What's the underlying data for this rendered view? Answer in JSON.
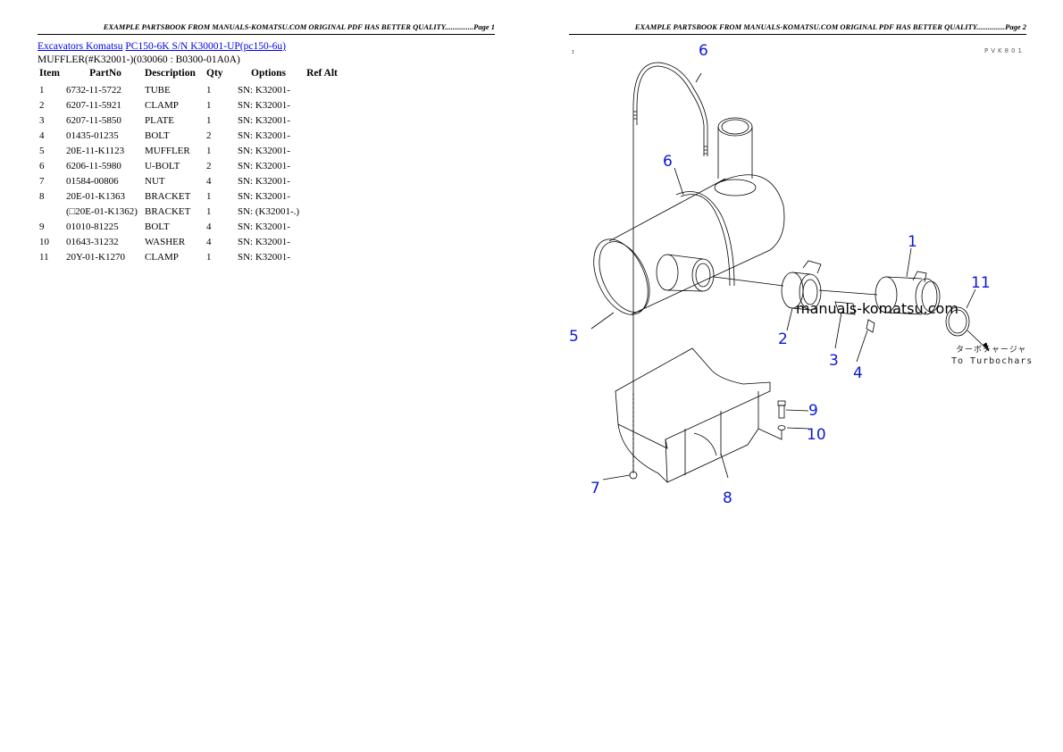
{
  "page1": {
    "header": "EXAMPLE PARTSBOOK FROM MANUALS-KOMATSU.COM ORIGINAL PDF HAS BETTER QUALITY...............Page 1",
    "breadcrumb": {
      "link1": "Excavators Komatsu",
      "link2": "PC150-6K S/N K30001-UP(pc150-6u)"
    },
    "subtitle": "MUFFLER(#K32001-)(030060 : B0300-01A0A)",
    "table": {
      "columns": [
        "Item",
        "PartNo",
        "Description",
        "Qty",
        "Options",
        "Ref Alt"
      ],
      "rows": [
        {
          "item": "1",
          "partno": "6732-11-5722",
          "desc": "TUBE",
          "qty": "1",
          "options": "SN: K32001-",
          "refalt": ""
        },
        {
          "item": "2",
          "partno": "6207-11-5921",
          "desc": "CLAMP",
          "qty": "1",
          "options": "SN: K32001-",
          "refalt": ""
        },
        {
          "item": "3",
          "partno": "6207-11-5850",
          "desc": "PLATE",
          "qty": "1",
          "options": "SN: K32001-",
          "refalt": ""
        },
        {
          "item": "4",
          "partno": "01435-01235",
          "desc": "BOLT",
          "qty": "2",
          "options": "SN: K32001-",
          "refalt": ""
        },
        {
          "item": "5",
          "partno": "20E-11-K1123",
          "desc": "MUFFLER",
          "qty": "1",
          "options": "SN: K32001-",
          "refalt": ""
        },
        {
          "item": "6",
          "partno": "6206-11-5980",
          "desc": "U-BOLT",
          "qty": "2",
          "options": "SN: K32001-",
          "refalt": ""
        },
        {
          "item": "7",
          "partno": "01584-00806",
          "desc": "NUT",
          "qty": "4",
          "options": "SN: K32001-",
          "refalt": ""
        },
        {
          "item": "8",
          "partno": "20E-01-K1363",
          "desc": "BRACKET",
          "qty": "1",
          "options": "SN: K32001-",
          "refalt": ""
        },
        {
          "item": "",
          "partno": "(□20E-01-K1362)",
          "desc": "BRACKET",
          "qty": "1",
          "options": "SN: (K32001-.)",
          "refalt": ""
        },
        {
          "item": "9",
          "partno": "01010-81225",
          "desc": "BOLT",
          "qty": "4",
          "options": "SN: K32001-",
          "refalt": ""
        },
        {
          "item": "10",
          "partno": "01643-31232",
          "desc": "WASHER",
          "qty": "4",
          "options": "SN: K32001-",
          "refalt": ""
        },
        {
          "item": "11",
          "partno": "20Y-01-K1270",
          "desc": "CLAMP",
          "qty": "1",
          "options": "SN: K32001-",
          "refalt": ""
        }
      ]
    }
  },
  "page2": {
    "header": "EXAMPLE PARTSBOOK FROM MANUALS-KOMATSU.COM ORIGINAL PDF HAS BETTER QUALITY...............Page 2",
    "diagram": {
      "corner_code": "PVK801",
      "watermark": "manuals-komatsu.com",
      "note_jp": "ターボチャージャ",
      "note_en": "To Turbochars",
      "callouts": {
        "c6a": "6",
        "c6b": "6",
        "c1": "1",
        "c11": "11",
        "c5": "5",
        "c2": "2",
        "c3": "3",
        "c4": "4",
        "c9": "9",
        "c10": "10",
        "c7": "7",
        "c8": "8"
      },
      "accent_color": "#0b18d6"
    }
  }
}
